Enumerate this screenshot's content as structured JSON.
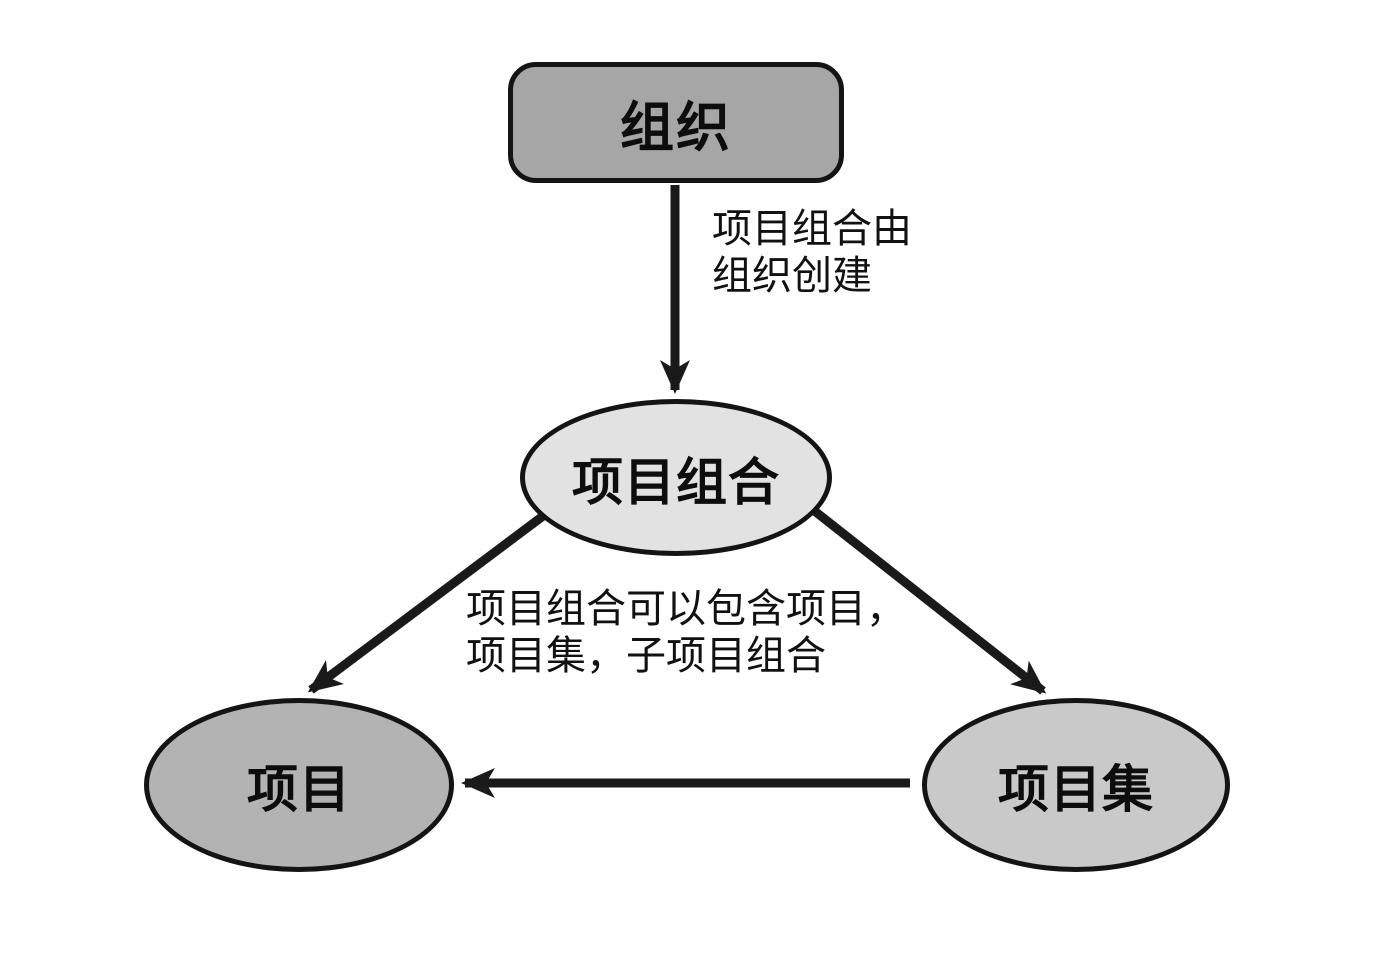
{
  "diagram": {
    "title": "portfolio-organization-relationship-diagram",
    "background_color": "#ffffff",
    "stroke_color": "#1a1a1a",
    "nodes": {
      "organization": {
        "label": "组织",
        "shape": "rounded-rect",
        "fill": "#a6a6a6"
      },
      "portfolio": {
        "label": "项目组合",
        "shape": "ellipse",
        "fill": "#e2e2e2"
      },
      "project": {
        "label": "项目",
        "shape": "ellipse",
        "fill": "#b3b3b3"
      },
      "program": {
        "label": "项目集",
        "shape": "ellipse",
        "fill": "#c9c9c9"
      }
    },
    "edges": [
      {
        "from": "organization",
        "to": "portfolio",
        "direction": "down",
        "label_lines": [
          "项目组合由",
          "组织创建"
        ]
      },
      {
        "from": "portfolio",
        "to": "project",
        "direction": "down-left",
        "label_lines": [
          "项目组合可以包含项目，",
          "项目集，子项目组合"
        ]
      },
      {
        "from": "portfolio",
        "to": "program",
        "direction": "down-right",
        "label_lines": []
      },
      {
        "from": "program",
        "to": "project",
        "direction": "left",
        "label_lines": []
      }
    ]
  }
}
